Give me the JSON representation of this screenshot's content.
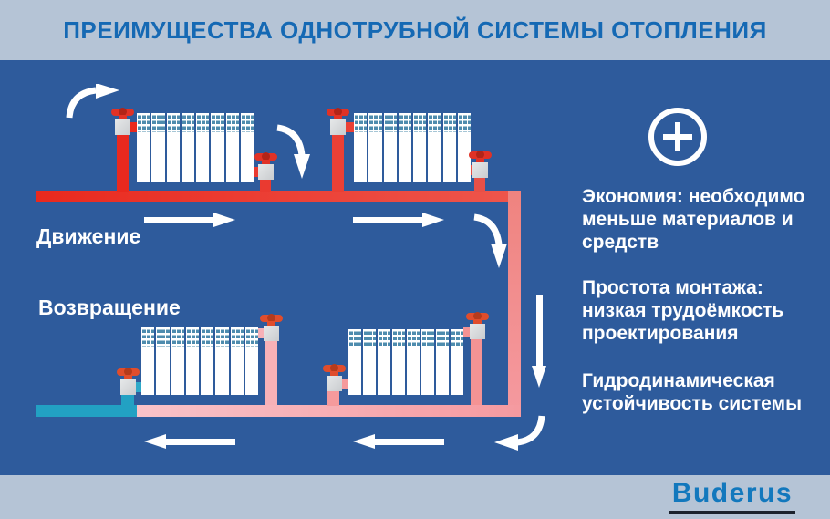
{
  "header": {
    "title": "ПРЕИМУЩЕСТВА ОДНОТРУБНОЙ СИСТЕМЫ ОТОПЛЕНИЯ"
  },
  "diagram": {
    "flow_labels": {
      "supply": "Движение",
      "return": "Возвращение"
    },
    "radiator_count": 4,
    "radiator_sections_each": 8
  },
  "benefits": {
    "icon": "plus-in-circle",
    "items": [
      {
        "text": "Экономия: необходимо меньше материалов и средств"
      },
      {
        "text": "Простота монтажа: низкая трудоёмкость проектирования"
      },
      {
        "text": "Гидродинамическая устойчивость системы"
      }
    ]
  },
  "footer": {
    "brand": "Buderus"
  },
  "colors": {
    "bg": "#2e5b9c",
    "bar": "#b5c4d6",
    "title": "#1569b4",
    "brand": "#1278bd",
    "underline": "#1b222d",
    "red": "#e9291e",
    "red2": "#ee564c",
    "salmon": "#ef837f",
    "salmon2": "#f59aa0",
    "pink": "#f9c3c9",
    "teal": "#22a1c3",
    "fins": "#4e8cae",
    "valve": "#c9cccf",
    "handle": "#e03226",
    "handle2": "#e04d2c"
  }
}
